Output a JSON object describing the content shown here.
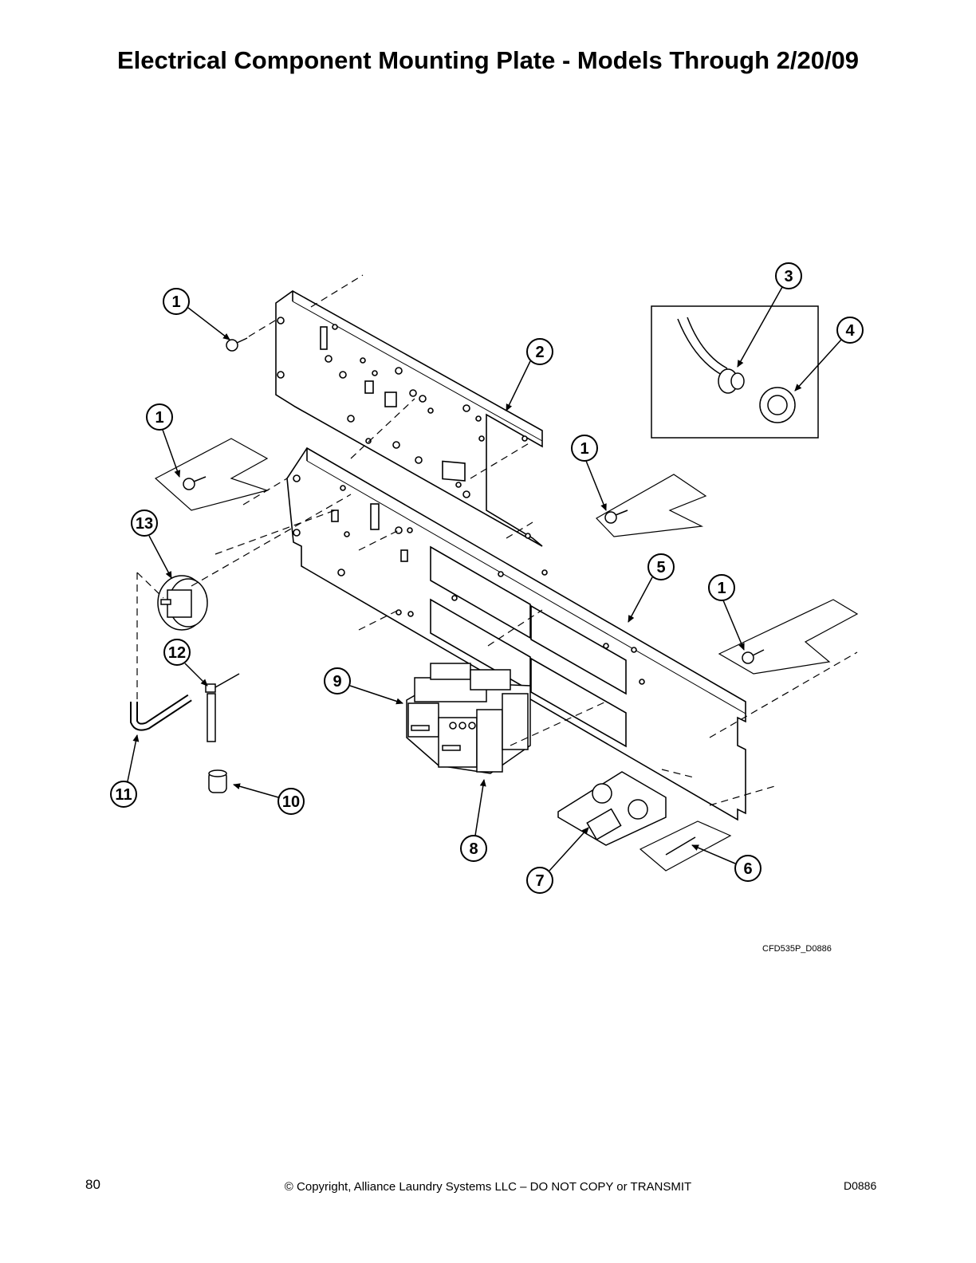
{
  "page": {
    "title": "Electrical Component Mounting Plate - Models Through 2/20/09",
    "figure_id": "CFD535P_D0886",
    "page_number": "80",
    "copyright": "© Copyright, Alliance Laundry Systems LLC – DO NOT COPY or TRANSMIT",
    "doc_code": "D0886"
  },
  "callouts": [
    {
      "id": "callout-1a",
      "label": "1"
    },
    {
      "id": "callout-1b",
      "label": "1"
    },
    {
      "id": "callout-1c",
      "label": "1"
    },
    {
      "id": "callout-1d",
      "label": "1"
    },
    {
      "id": "callout-2",
      "label": "2"
    },
    {
      "id": "callout-3",
      "label": "3"
    },
    {
      "id": "callout-4",
      "label": "4"
    },
    {
      "id": "callout-5",
      "label": "5"
    },
    {
      "id": "callout-6",
      "label": "6"
    },
    {
      "id": "callout-7",
      "label": "7"
    },
    {
      "id": "callout-8",
      "label": "8"
    },
    {
      "id": "callout-9",
      "label": "9"
    },
    {
      "id": "callout-10",
      "label": "10"
    },
    {
      "id": "callout-11",
      "label": "11"
    },
    {
      "id": "callout-12",
      "label": "12"
    },
    {
      "id": "callout-13",
      "label": "13"
    }
  ]
}
